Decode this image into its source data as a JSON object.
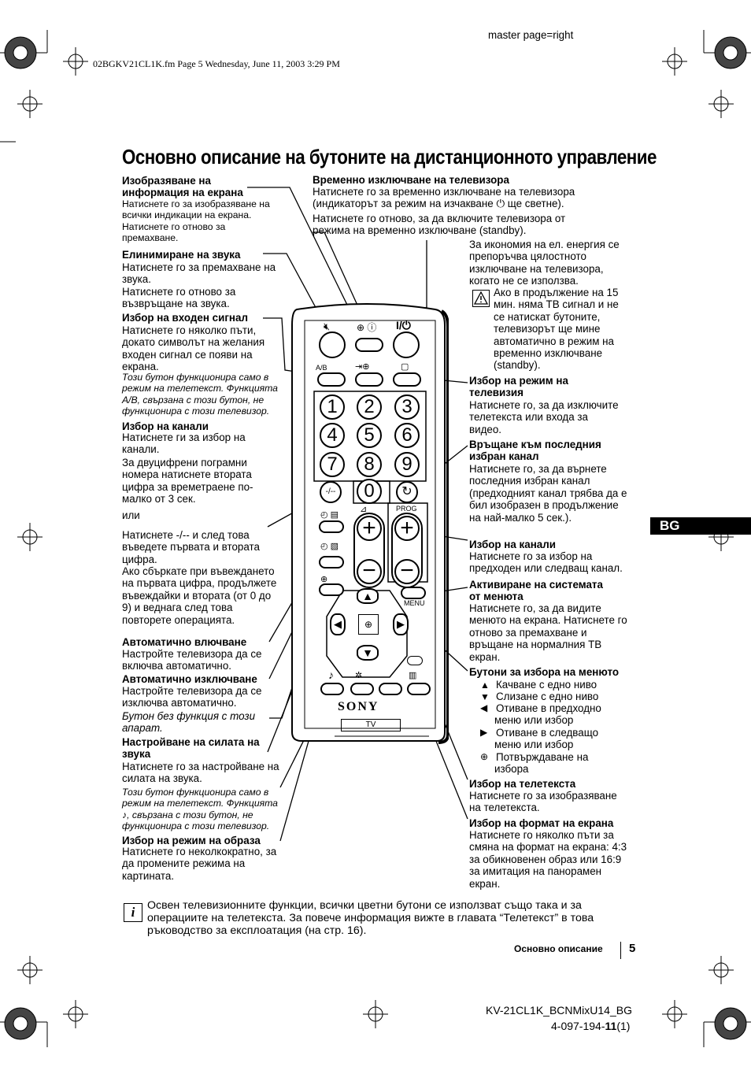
{
  "header": {
    "master_page": "master page=right",
    "file_info": "02BGKV21CL1K.fm  Page 5  Wednesday, June 11, 2003  3:29 PM"
  },
  "title": "Основно описание на бутоните на дистанционното управление",
  "left": {
    "display_info": {
      "heading": "Изобразяване на информация на екрана",
      "text": "Натиснете го за  изобразяване на всички индикации на екрана. Натиснете го отново за премахване."
    },
    "mute": {
      "heading": "Елинимиране на звука",
      "text1": "Натиснете го за премахване на звука.",
      "text2": "Натиснете го отново за възвръщане на звука."
    },
    "input": {
      "heading": "Избор на входен сигнал",
      "text": "Натиснете го няколко пъти, докато символът на желания входен сигнал се появи на екрана.",
      "italic": "Този бутон функционира само в режим на телетекст. Функцията A/B, свързана с този бутон, не функционира с този телевизор."
    },
    "channels": {
      "heading": "Избор на канали",
      "text1": "Натиснете ги за избор на канали.",
      "text2": "За двуцифрени пограмни номера натиснете втората цифра за времетраене по-малко от 3 сек.",
      "or": "или",
      "text3": "Натиснете -/-- и след това въведете първата и втората цифра.",
      "text4": "Ако сбъркате при въвеждането на първата цифра, продължете въвеждайки и втората (от 0 до 9) и веднага след това повторете  операцията."
    },
    "auto_on": {
      "heading": "Автоматично влючване",
      "text": "Настройте телевизора да се включва автоматично."
    },
    "auto_off": {
      "heading": "Автоматично изключване",
      "text": "Настройте телевизора да се изключва автоматично."
    },
    "no_function": "Бутон без функция с този апарат.",
    "volume": {
      "heading": "Настройване на силата на звука",
      "text": "Натиснете го за настройване на силата на звука.",
      "italic": "Този бутон функционира само в режим на телетекст. Функцията ♪, свързана с този бутон, не функционира с този телевизор."
    },
    "picture": {
      "heading": "Избор на режим на образа",
      "text": "Натиснете го неколкократно, за да промените режима на картината."
    }
  },
  "top_center": {
    "heading": "Временно изключване на телевизора",
    "text1": "Натиснете го за временно изключване на телевизора (индикаторът за режим на изчакване ⏻ ще светне).",
    "text2": "Натиснете го отново, за да включите телевизора от режима на временно изключване (standby)."
  },
  "right": {
    "energy": "За икономия на ел. енергия се препоръчва цялостното изключване на телевизора, когато не се използва.",
    "warning": "Ако в продължение на 15 мин. няма ТВ сигнал и не се натискат бутоните, телевизорът ще мине автоматично в режим на временно изключване (standby).",
    "tv_mode": {
      "heading": "Избор на режим на телевизия",
      "text": "Натиснете го, за да изключите телетекста или входа за видео."
    },
    "last_channel": {
      "heading": "Връщане към последния избран канал",
      "text": "Натиснете го, за да върнете последния избран канал (предходният канал трябва да е бил изобразен в продължение на най-малко 5 сек.)."
    },
    "prog": {
      "heading": "Избор на канали",
      "text": "Натиснете го за избор на предходен или следващ канал."
    },
    "menu": {
      "heading": "Активиране на системата от менюта",
      "text": "Натиснете го, за да видите менюто на екрана. Натиснете го отново за премахване и връщане на нормалния ТВ екран."
    },
    "menu_buttons": {
      "heading": "Бутони за избора на менюто",
      "items": [
        {
          "icon": "▲",
          "text": "Качване с едно ниво"
        },
        {
          "icon": "▼",
          "text": "Слизане с едно ниво"
        },
        {
          "icon": "◀",
          "text": "Отиване в предходно меню или избор"
        },
        {
          "icon": "▶",
          "text": "Отиване в следващо меню   или избор"
        },
        {
          "icon": "⊕",
          "text": "Потвърждаване на избора"
        }
      ]
    },
    "teletext": {
      "heading": "Избор на телетекста",
      "text": "Натиснете го за изобразяване на телетекста."
    },
    "format": {
      "heading": "Избор на формат на екрана",
      "text": "Натиснете го няколко пъти за смяна на формат на екрана: 4:3 за обикновенен образ или 16:9 за имитация на панорамен екран."
    }
  },
  "remote": {
    "ab_label": "A/B",
    "prog_label": "PROG",
    "menu_label": "MENU",
    "brand": "SONY",
    "tv_label": "TV",
    "mode_label": "-/--",
    "digits": [
      "1",
      "2",
      "3",
      "4",
      "5",
      "6",
      "7",
      "8",
      "9",
      "0"
    ]
  },
  "side_tab": "BG",
  "info_note": "Освен телевизионните функции, всички цветни бутони се използват също така и за операциите на телетекста. За повече информация вижте в главата “Телетекст” в това ръководство за експлоатация (на стр. 16).",
  "footer": {
    "section": "Основно описание",
    "page": "5",
    "model": "KV-21CL1K_BCNMixU14_BG",
    "code_prefix": "4-097-194-",
    "code_bold": "11",
    "code_suffix": "(1)"
  }
}
